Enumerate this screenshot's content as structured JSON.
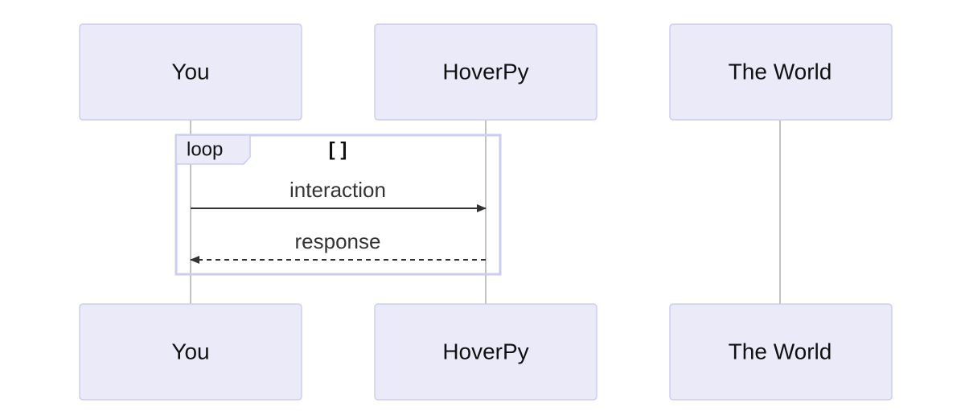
{
  "participants": [
    {
      "id": "you",
      "label": "You"
    },
    {
      "id": "hoverpy",
      "label": "HoverPy"
    },
    {
      "id": "world",
      "label": "The World"
    }
  ],
  "loop": {
    "label": "loop",
    "condition": "[ ]"
  },
  "messages": [
    {
      "from": "you",
      "to": "hoverpy",
      "label": "interaction",
      "style": "solid"
    },
    {
      "from": "hoverpy",
      "to": "you",
      "label": "response",
      "style": "dashed"
    }
  ],
  "colors": {
    "actor_fill": "#eaeaf9",
    "actor_stroke": "#cdcdf2",
    "loop_stroke": "#cbcbf3",
    "line": "#333333"
  }
}
